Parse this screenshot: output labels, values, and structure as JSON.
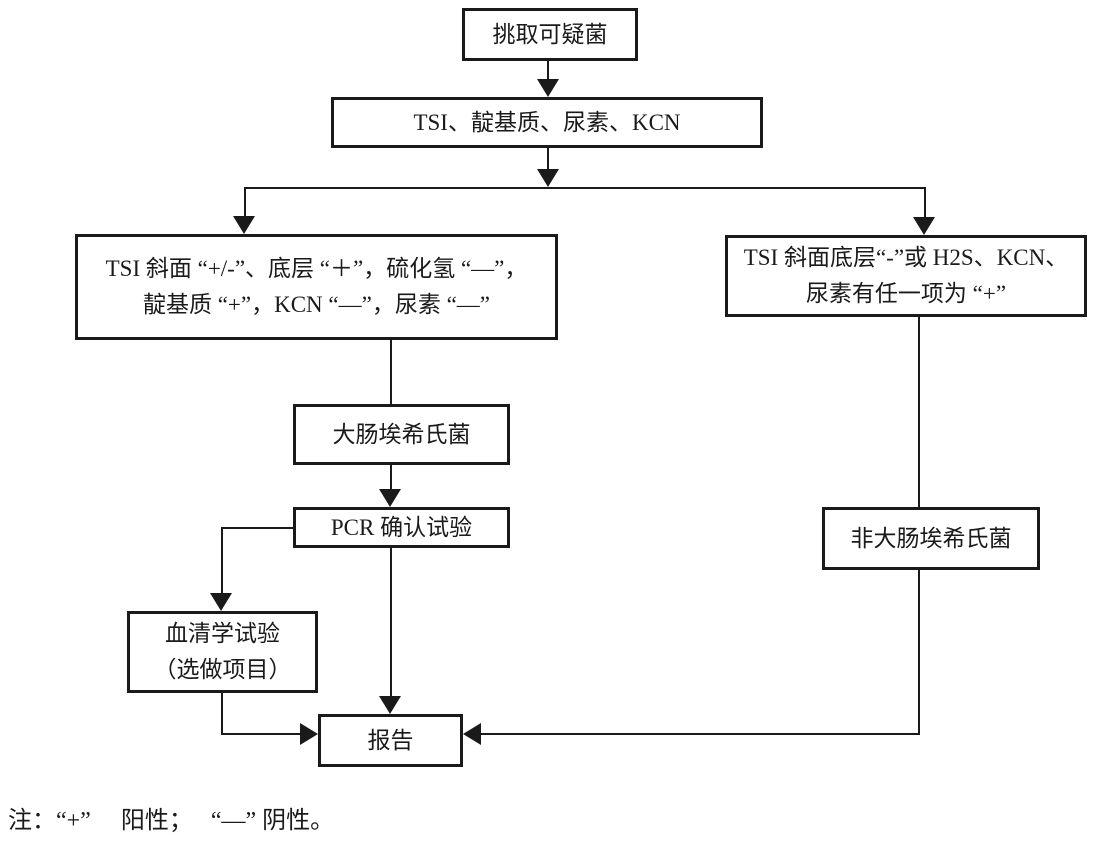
{
  "diagram": {
    "pick": "挑取可疑菌",
    "panel": "TSI、靛基质、尿素、KCN",
    "left_criteria": {
      "line1": "TSI 斜面 “+/-”、底层 “＋”，硫化氢 “—”，",
      "line2": "靛基质 “+”，KCN “—”，尿素 “—”"
    },
    "right_criteria": {
      "line1": "TSI 斜面底层“-”或 H2S、KCN、",
      "line2": "尿素有任一项为 “+”"
    },
    "ecoli": "大肠埃希氏菌",
    "pcr": "PCR 确认试验",
    "non_ecoli": "非大肠埃希氏菌",
    "serology": {
      "line1": "血清学试验",
      "line2": "（选做项目）"
    },
    "report": "报告",
    "note": "注：“+”　 阳性；　 “—” 阴性。"
  },
  "colors": {
    "line": "#1a1a1a",
    "background": "#ffffff",
    "text": "#1a1a1a"
  }
}
